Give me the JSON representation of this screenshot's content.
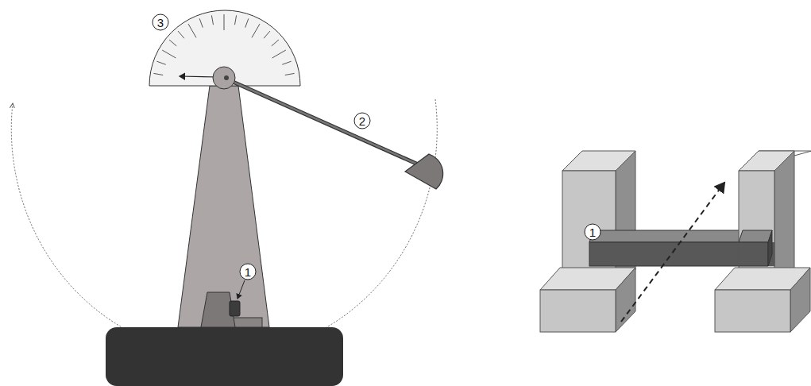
{
  "diagram": {
    "labels": [
      "3",
      "2",
      "1",
      "1"
    ]
  }
}
